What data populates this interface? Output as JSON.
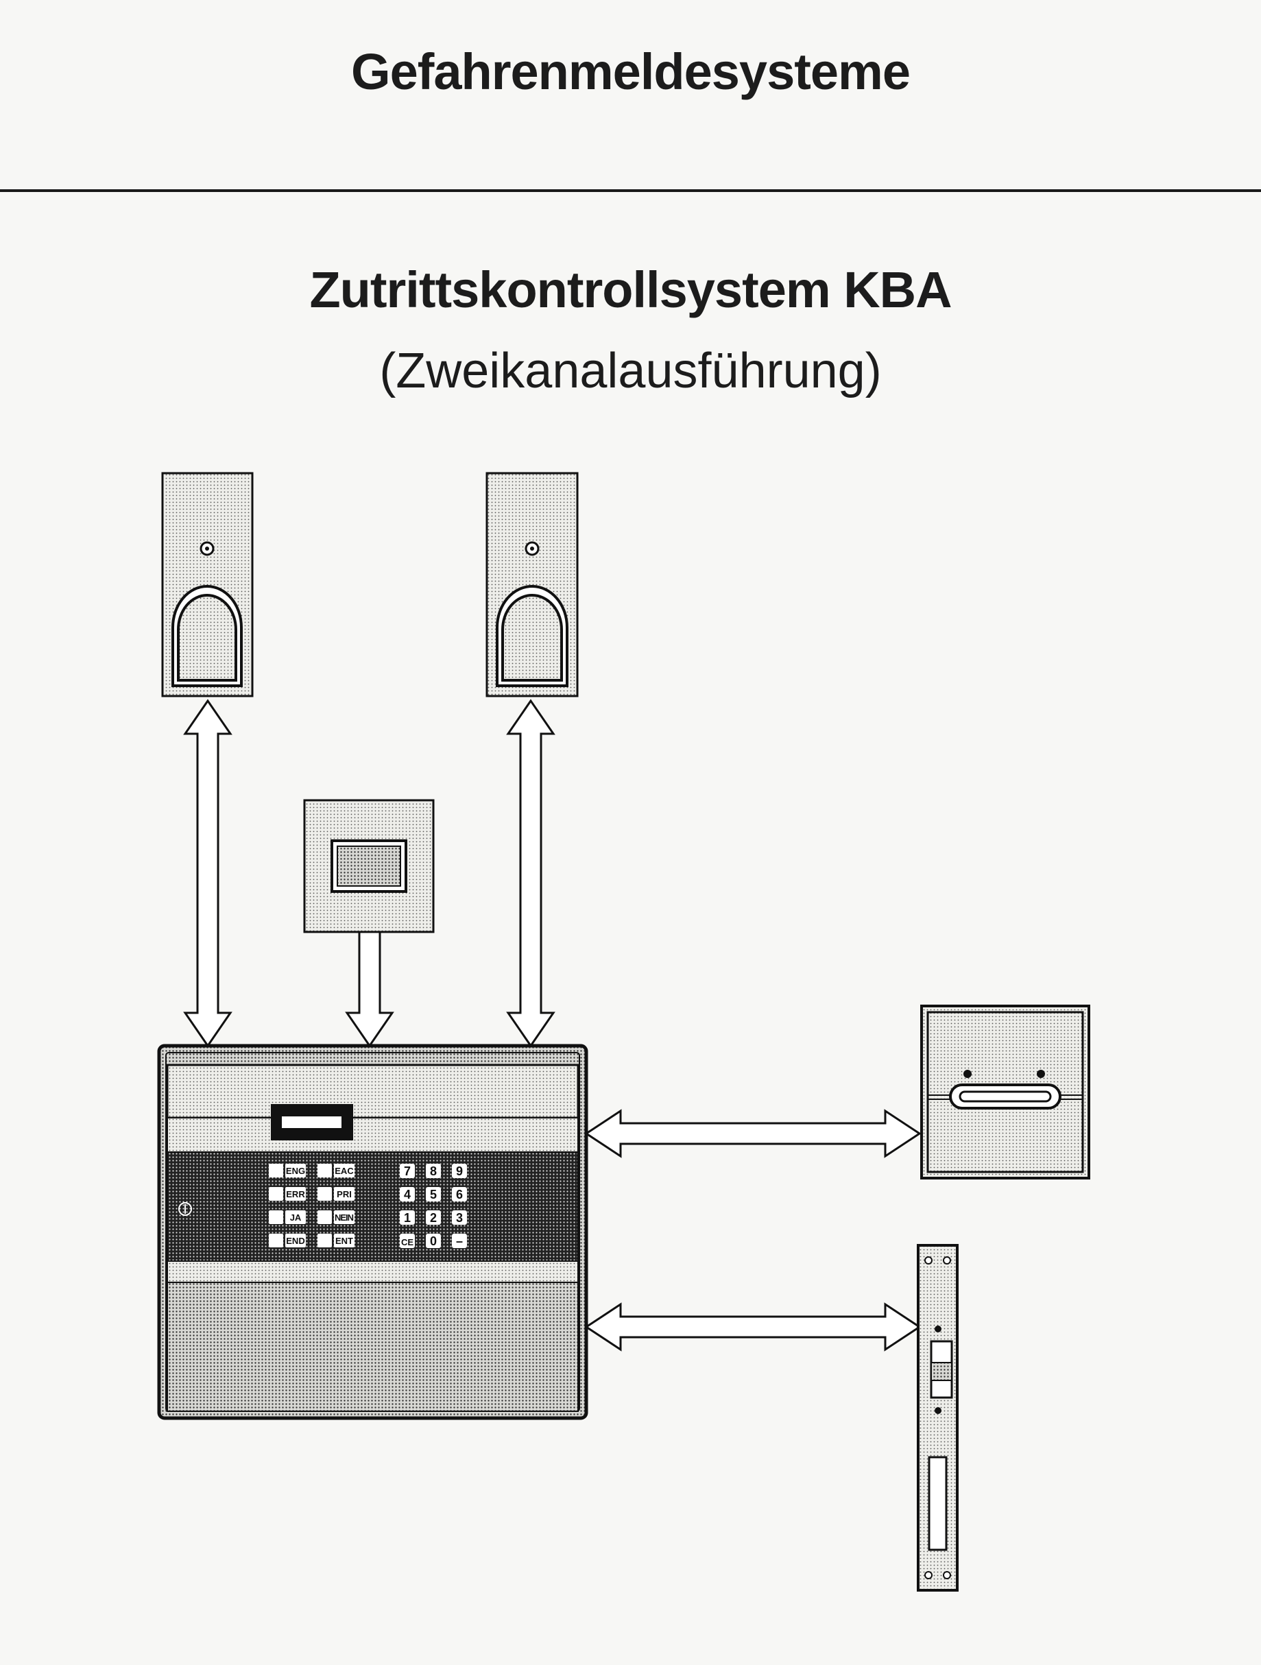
{
  "header": {
    "title": "Gefahrenmeldesysteme"
  },
  "diagram": {
    "title": "Zutrittskontrollsystem KBA",
    "subtitle": "(Zweikanalausführung)",
    "function_keys": [
      "ENG",
      "EAC",
      "ERR",
      "PRI",
      "JA",
      "NEIN",
      "END",
      "ENT"
    ],
    "number_keys": [
      "7",
      "8",
      "9",
      "4",
      "5",
      "6",
      "1",
      "2",
      "3",
      "CE",
      "0",
      "–"
    ]
  }
}
